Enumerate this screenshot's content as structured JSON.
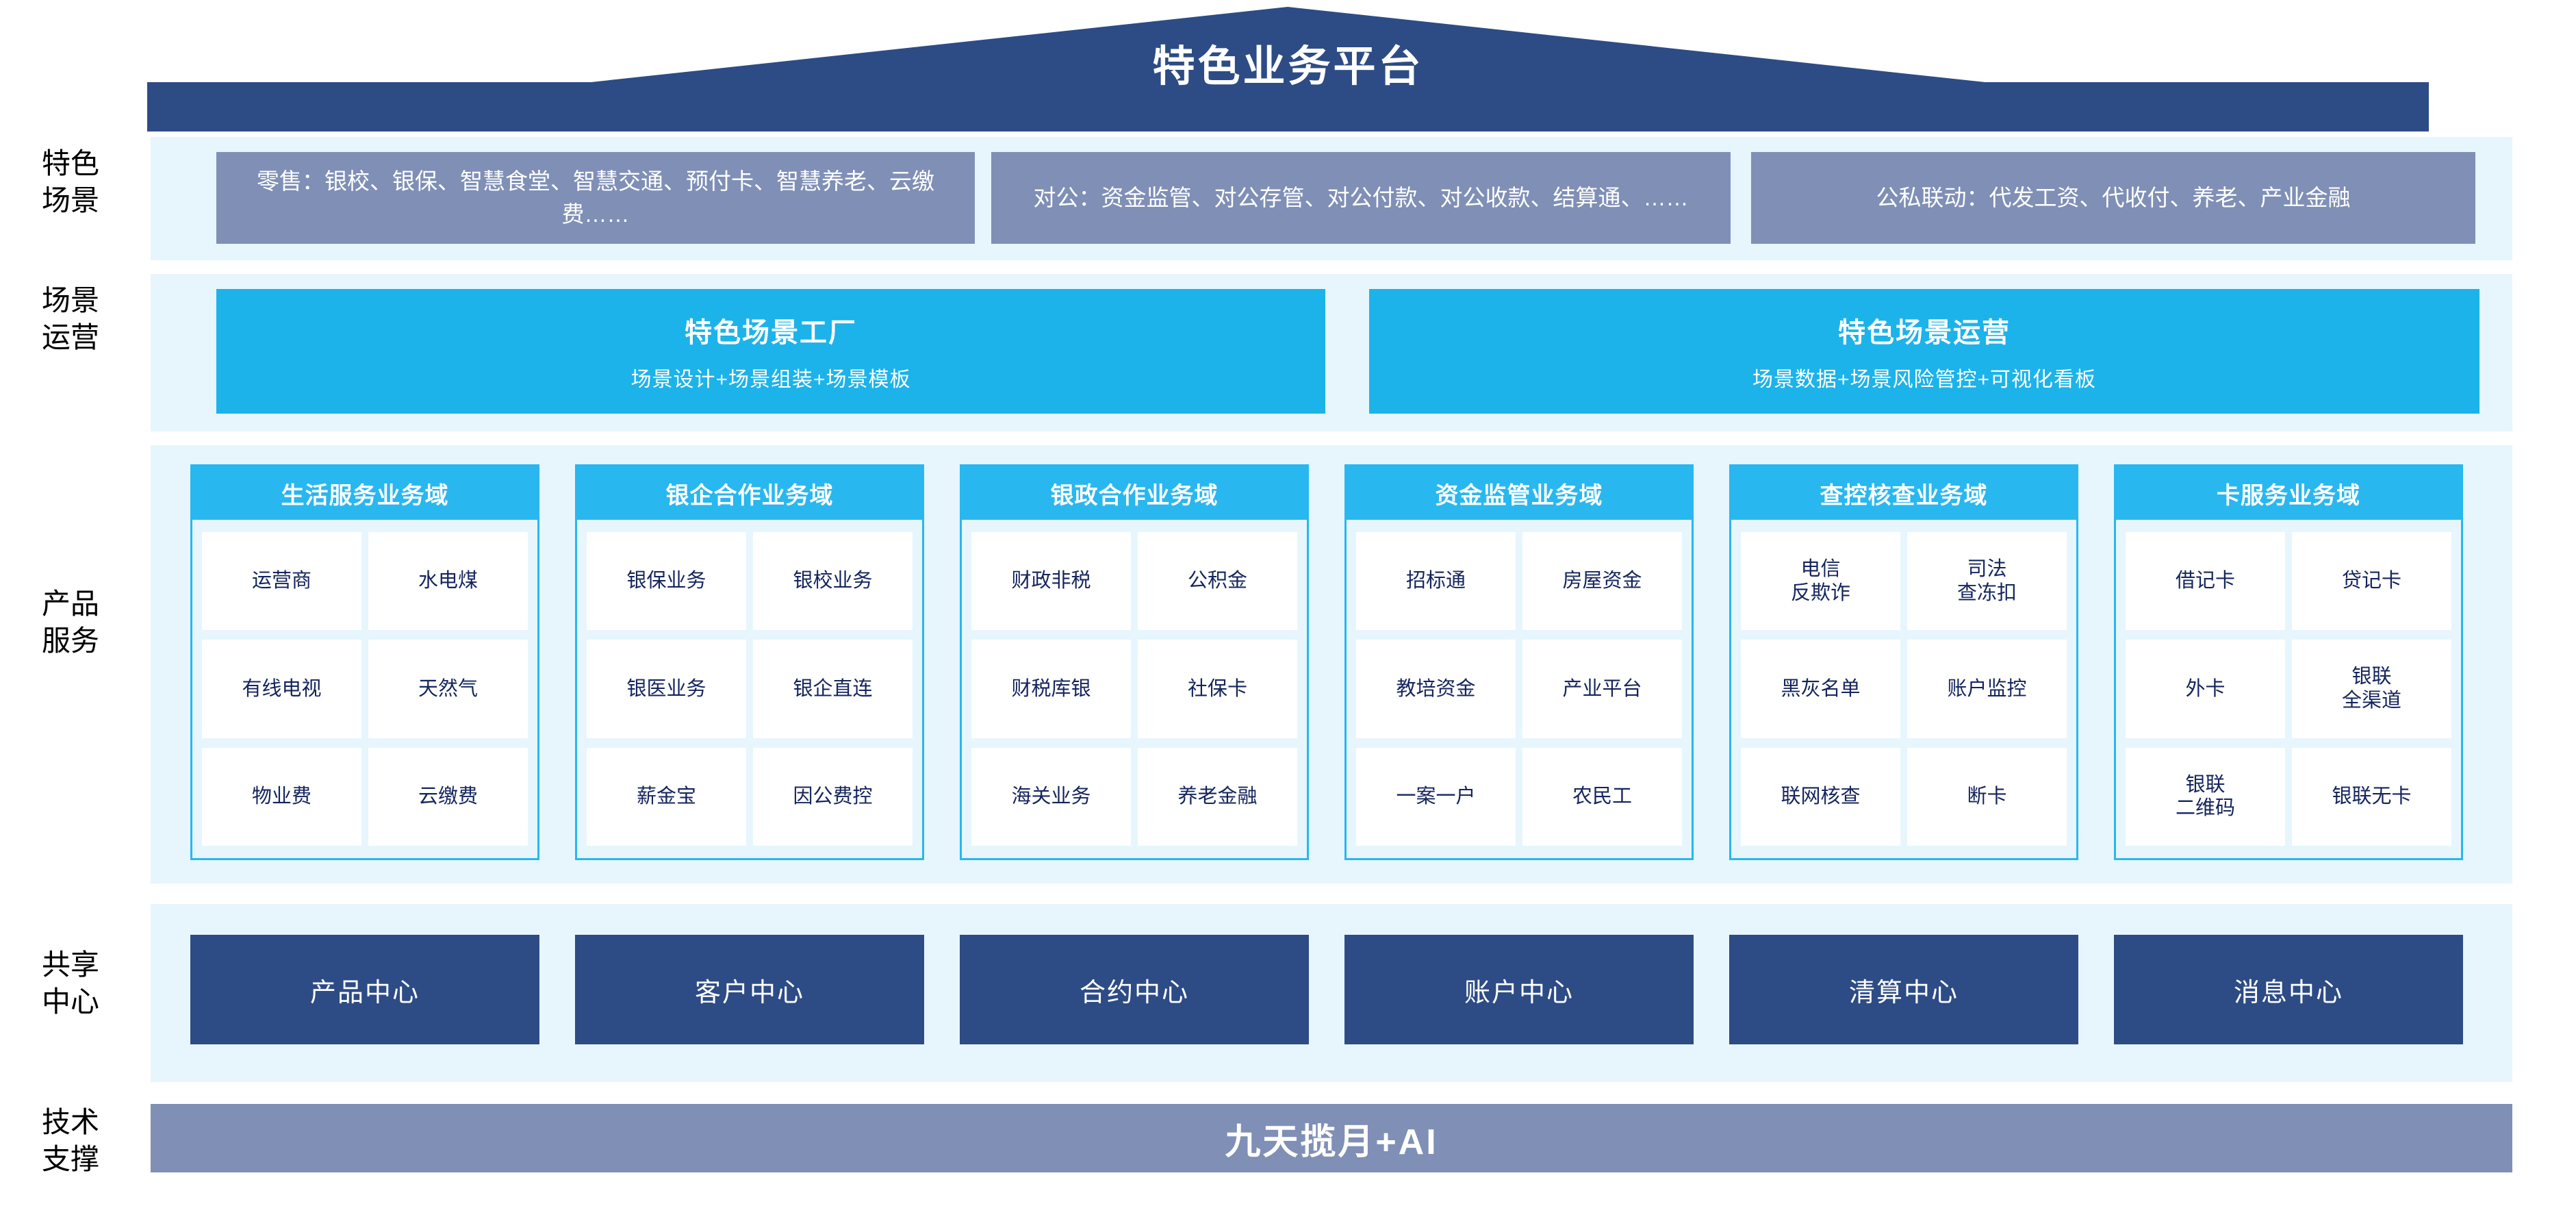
{
  "header": {
    "title": "特色业务平台"
  },
  "rows": [
    {
      "label": "特色\n场景",
      "cards": [
        "零售：银校、银保、智慧食堂、智慧交通、预付卡、智慧养老、云缴费……",
        "对公：资金监管、对公存管、对公付款、对公收款、结算通、……",
        "公私联动：代发工资、代收付、养老、产业金融"
      ]
    },
    {
      "label": "场景\n运营",
      "cards": [
        {
          "title": "特色场景工厂",
          "subtitle": "场景设计+场景组装+场景模板"
        },
        {
          "title": "特色场景运营",
          "subtitle": "场景数据+场景风险管控+可视化看板"
        }
      ]
    },
    {
      "label": "产品\n服务",
      "domains": [
        {
          "name": "生活服务业务域",
          "items": [
            "运营商",
            "水电煤",
            "有线电视",
            "天然气",
            "物业费",
            "云缴费"
          ]
        },
        {
          "name": "银企合作业务域",
          "items": [
            "银保业务",
            "银校业务",
            "银医业务",
            "银企直连",
            "薪金宝",
            "因公费控"
          ]
        },
        {
          "name": "银政合作业务域",
          "items": [
            "财政非税",
            "公积金",
            "财税库银",
            "社保卡",
            "海关业务",
            "养老金融"
          ]
        },
        {
          "name": "资金监管业务域",
          "items": [
            "招标通",
            "房屋资金",
            "教培资金",
            "产业平台",
            "一案一户",
            "农民工"
          ]
        },
        {
          "name": "查控核查业务域",
          "items": [
            "电信\n反欺诈",
            "司法\n查冻扣",
            "黑灰名单",
            "账户监控",
            "联网核查",
            "断卡"
          ]
        },
        {
          "name": "卡服务业务域",
          "items": [
            "借记卡",
            "贷记卡",
            "外卡",
            "银联\n全渠道",
            "银联\n二维码",
            "银联无卡"
          ]
        }
      ]
    },
    {
      "label": "共享\n中心",
      "centers": [
        "产品中心",
        "客户中心",
        "合约中心",
        "账户中心",
        "清算中心",
        "消息中心"
      ]
    },
    {
      "label": "技术\n支撑",
      "bar": "九天揽月+AI"
    }
  ],
  "colors": {
    "roof_navy": "#2d4b84",
    "scene_card": "#7f8fb5",
    "cyan": "#1cb3ea",
    "domain_header": "#28b7ef",
    "panel_bg": "#e7f6fd",
    "center_navy": "#2d4b84",
    "tech_bar": "#7f8fb5",
    "cell_text": "#14255e",
    "cell_bg": "#ffffff"
  }
}
